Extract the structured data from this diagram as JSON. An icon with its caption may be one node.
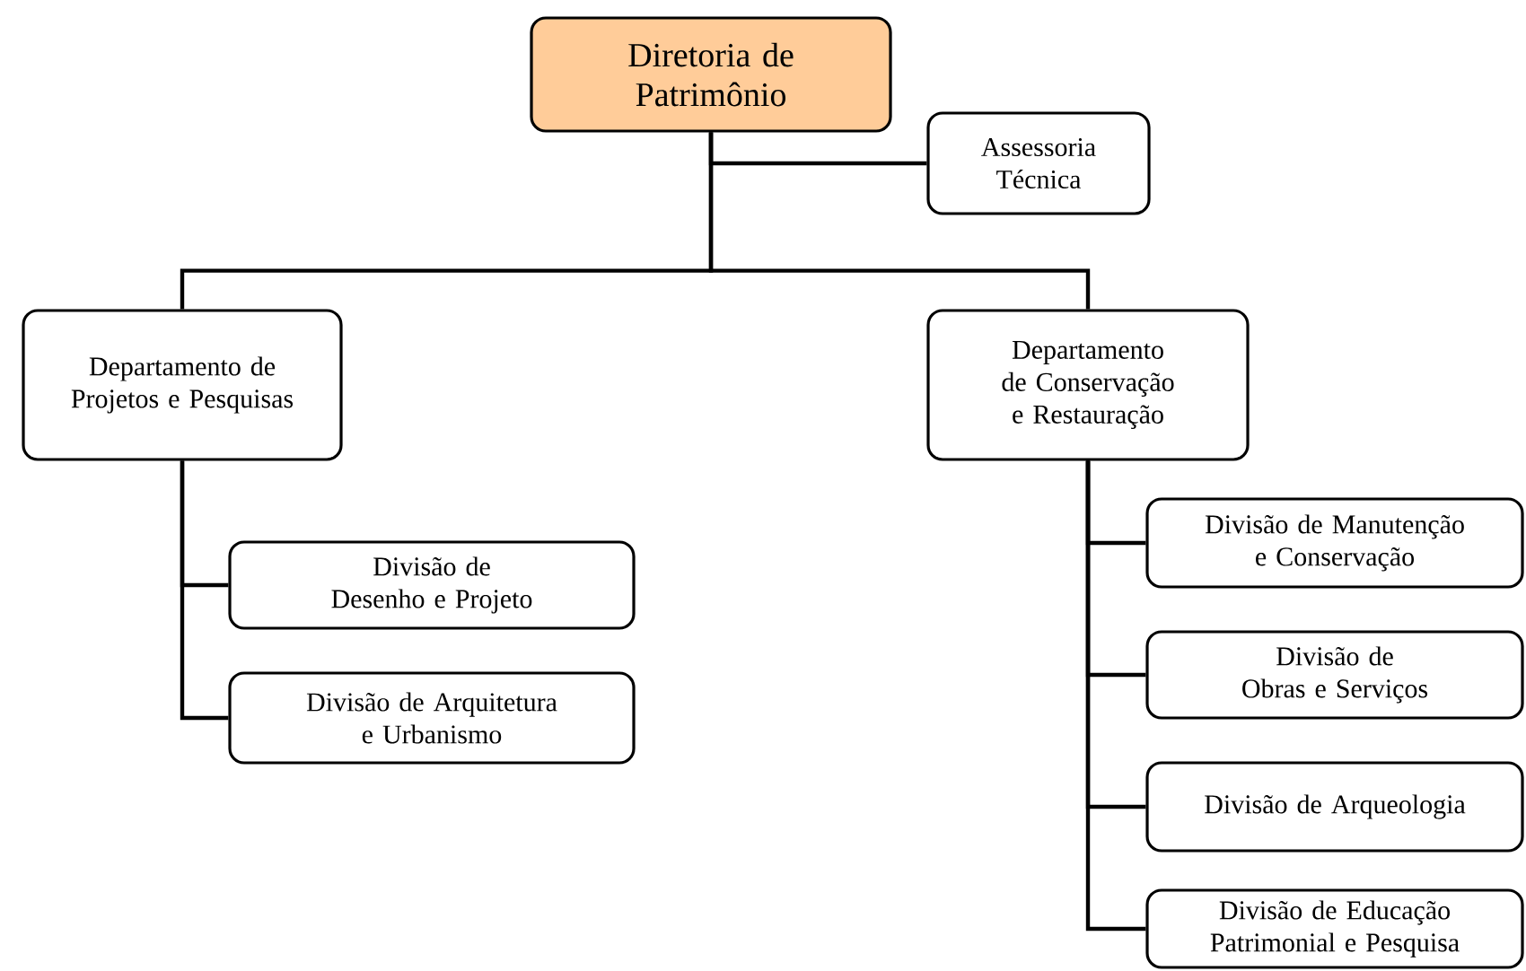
{
  "diagram": {
    "nodes": [
      {
        "text": [
          "Diretoria de Patrimônio"
        ]
      },
      {
        "text": [
          "Assessoria Técnica"
        ]
      },
      {
        "text": [
          "Departamento de Projetos e Pesquisas"
        ]
      },
      {
        "text": [
          "Departamento de Conservação e Restauração"
        ]
      },
      {
        "text": [
          "Divisão de Desenho e Projeto"
        ]
      },
      {
        "text": [
          "Divisão de Arquitetura e Urbanismo"
        ]
      },
      {
        "text": [
          "Divisão de Manutenção e Conservação"
        ]
      },
      {
        "text": [
          "Divisão de Obras e Serviços"
        ]
      },
      {
        "text": [
          "Divisão de Arqueologia"
        ]
      },
      {
        "text": [
          "Divisão de Educação Patrimonial e Pesquisa"
        ]
      }
    ],
    "edges": [
      {
        "from": 0,
        "to": 1,
        "arrow": "none"
      },
      {
        "from": 0,
        "to": 2,
        "arrow": "none"
      },
      {
        "from": 0,
        "to": 3,
        "arrow": "none"
      },
      {
        "from": 2,
        "to": 4,
        "arrow": "none"
      },
      {
        "from": 2,
        "to": 5,
        "arrow": "none"
      },
      {
        "from": 3,
        "to": 6,
        "arrow": "none"
      },
      {
        "from": 3,
        "to": 7,
        "arrow": "none"
      },
      {
        "from": 3,
        "to": 8,
        "arrow": "none"
      },
      {
        "from": 3,
        "to": 9,
        "arrow": "none"
      }
    ]
  }
}
